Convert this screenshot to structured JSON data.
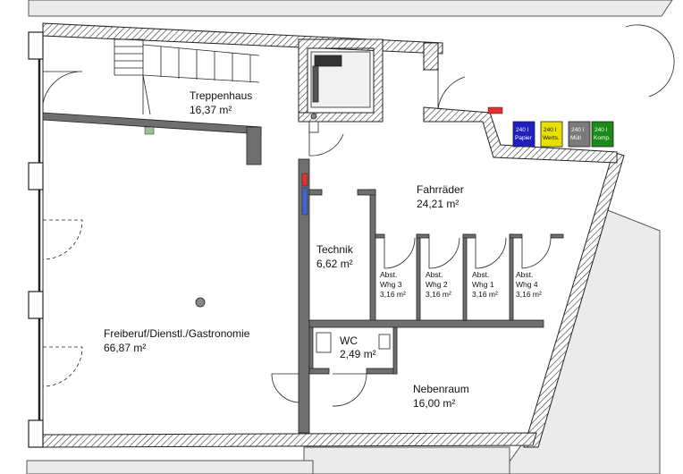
{
  "rooms": {
    "treppenhaus": {
      "name": "Treppenhaus",
      "area": "16,37 m²"
    },
    "fahrraeder": {
      "name": "Fahrräder",
      "area": "24,21 m²"
    },
    "technik": {
      "name": "Technik",
      "area": "6,62 m²"
    },
    "freiberuf": {
      "name": "Freiberuf/Dienstl./Gastronomie",
      "area": "66,87 m²"
    },
    "wc": {
      "name": "WC",
      "area": "2,49 m²"
    },
    "nebenraum": {
      "name": "Nebenraum",
      "area": "16,00 m²"
    }
  },
  "storage": [
    {
      "l1": "Abst.",
      "l2": "Whg 3",
      "area": "3,16 m²"
    },
    {
      "l1": "Abst.",
      "l2": "Whg 2",
      "area": "3,16 m²"
    },
    {
      "l1": "Abst.",
      "l2": "Whg 1",
      "area": "3,16 m²"
    },
    {
      "l1": "Abst.",
      "l2": "Whg 4",
      "area": "3,16 m²"
    }
  ],
  "bins": [
    {
      "size": "240 l",
      "type": "Papier",
      "color": "#1f1fbf"
    },
    {
      "size": "240 l",
      "type": "Werts.",
      "color": "#e8e000"
    },
    {
      "size": "240 l",
      "type": "Müll",
      "color": "#7a7a7a"
    },
    {
      "size": "240 l",
      "type": "Komp.",
      "color": "#1a8a1a"
    }
  ]
}
